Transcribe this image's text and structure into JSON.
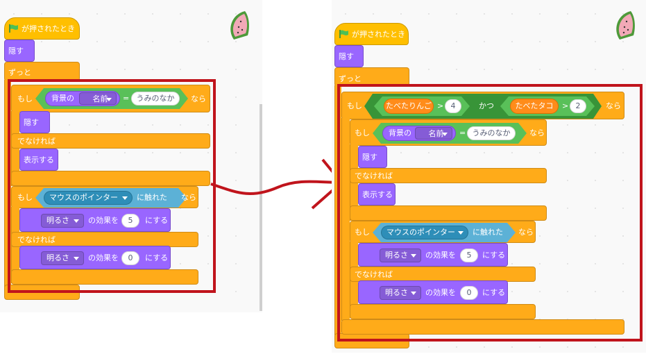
{
  "colors": {
    "control": "#ffab19",
    "events": "#ffbf00",
    "looks": "#9966ff",
    "operators": "#59c059",
    "sensing": "#5cb1d6",
    "variables": "#ff8c1a",
    "highlight": "#c0141c"
  },
  "icons": {
    "flag": "green-flag-icon",
    "sprite": "watermelon-icon",
    "arrow": "red-arrow-icon"
  },
  "before": {
    "hat": "が押されたとき",
    "hide1": "隠す",
    "forever": "ずっと",
    "if1": {
      "kw": "もし",
      "reporter": "背景の",
      "menu": "名前",
      "eq": "=",
      "value": "うみのなか",
      "then": "なら"
    },
    "hide2": "隠す",
    "else1": "でなければ",
    "show": "表示する",
    "if2": {
      "kw": "もし",
      "sensing": "マウスのポインター",
      "touching": "に触れた",
      "then": "なら"
    },
    "effect1": {
      "menu": "明るさ",
      "mid": "の効果を",
      "value": "5",
      "end": "にする"
    },
    "else2": "でなければ",
    "effect2": {
      "menu": "明るさ",
      "mid": "の効果を",
      "value": "0",
      "end": "にする"
    }
  },
  "after": {
    "hat": "が押されたとき",
    "hide1": "隠す",
    "forever": "ずっと",
    "outer_if": {
      "kw": "もし",
      "var1": "たべたりんご",
      "gt1": ">",
      "val1": "4",
      "and": "かつ",
      "var2": "たべたタコ",
      "gt2": ">",
      "val2": "2",
      "then": "なら"
    },
    "if1": {
      "kw": "もし",
      "reporter": "背景の",
      "menu": "名前",
      "eq": "=",
      "value": "うみのなか",
      "then": "なら"
    },
    "hide2": "隠す",
    "else1": "でなければ",
    "show": "表示する",
    "if2": {
      "kw": "もし",
      "sensing": "マウスのポインター",
      "touching": "に触れた",
      "then": "なら"
    },
    "effect1": {
      "menu": "明るさ",
      "mid": "の効果を",
      "value": "5",
      "end": "にする"
    },
    "else2": "でなければ",
    "effect2": {
      "menu": "明るさ",
      "mid": "の効果を",
      "value": "0",
      "end": "にする"
    }
  }
}
